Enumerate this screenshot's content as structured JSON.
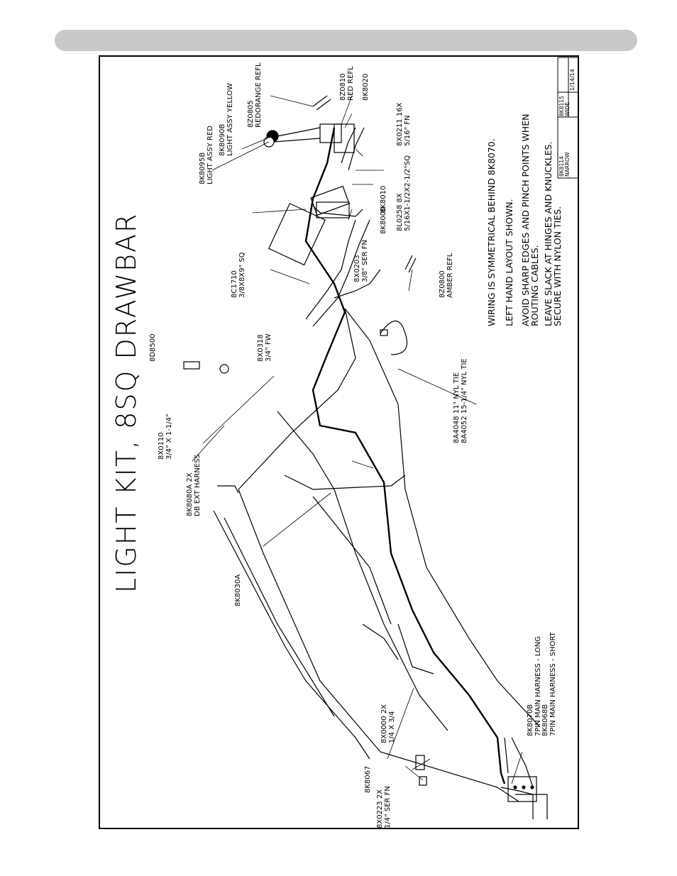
{
  "title": "LIGHT KIT, 8SQ DRAWBAR",
  "callouts": {
    "k8095b": [
      "8K8095B",
      "LIGHT ASSY RED"
    ],
    "k8090b": [
      "8K8090B",
      "LIGHT ASSY YELLOW"
    ],
    "z0805": [
      "8Z0805",
      "REDORANGE REFL"
    ],
    "z0810": [
      "8Z0810",
      "RED REFL"
    ],
    "k8020": [
      "8K8020"
    ],
    "x0211": [
      "8X0211 16X",
      "5/16\" FN"
    ],
    "bl0258": [
      "8L0258 8X",
      "5/16X1-1/2X2-1/2\"SQ"
    ],
    "k8010": [
      "8K8010"
    ],
    "k8000": [
      "8K8000"
    ],
    "x0203": [
      "8X0203",
      "3/8\" SER FN"
    ],
    "z0800": [
      "8Z0800",
      "AMBER REFL"
    ],
    "c1710": [
      "8C1710",
      "3/8X8X9\" SQ"
    ],
    "d8500": [
      "8D8500"
    ],
    "x0318": [
      "8X0318",
      "3/4\" FW"
    ],
    "x0110": [
      "8X0110",
      "3/4\" X 1-1/4\""
    ],
    "k8080a": [
      "8K8080A 2X",
      "DB EXT HARNESS"
    ],
    "tie": [
      "8A4048 11\" NYL TIE",
      "8A4052 15-1/4\" NYL TIE"
    ],
    "k8030a": [
      "8K8030A"
    ],
    "k8067": [
      "8K8067"
    ],
    "x0223": [
      "8X0223 2X",
      "1/4\" SER FN"
    ],
    "x0000": [
      "8X0000 2X",
      "1/4 X 3/4"
    ],
    "harness": [
      "8K8070B",
      "7PIN MAIN HARNESS - LONG",
      "8K8068B",
      "7PIN MAIN HARNESS - SHORT"
    ]
  },
  "notes": [
    "WIRING IS SYMMETRICAL BEHIND 8K8070.",
    "LEFT HAND LAYOUT SHOWN.",
    "AVOID SHARP EDGES AND PINCH POINTS WHEN",
    "ROUTING CABLES.",
    "LEAVE SLACK AT HINGES AND KNUCKLES.",
    "SECURE WITH NYLON TIES."
  ],
  "title_block": {
    "narrow_no": "8K8114",
    "narrow_label": "NARROW",
    "wide_no": "8K8115",
    "wide_label": "WIDE",
    "date": "1/14/14"
  }
}
